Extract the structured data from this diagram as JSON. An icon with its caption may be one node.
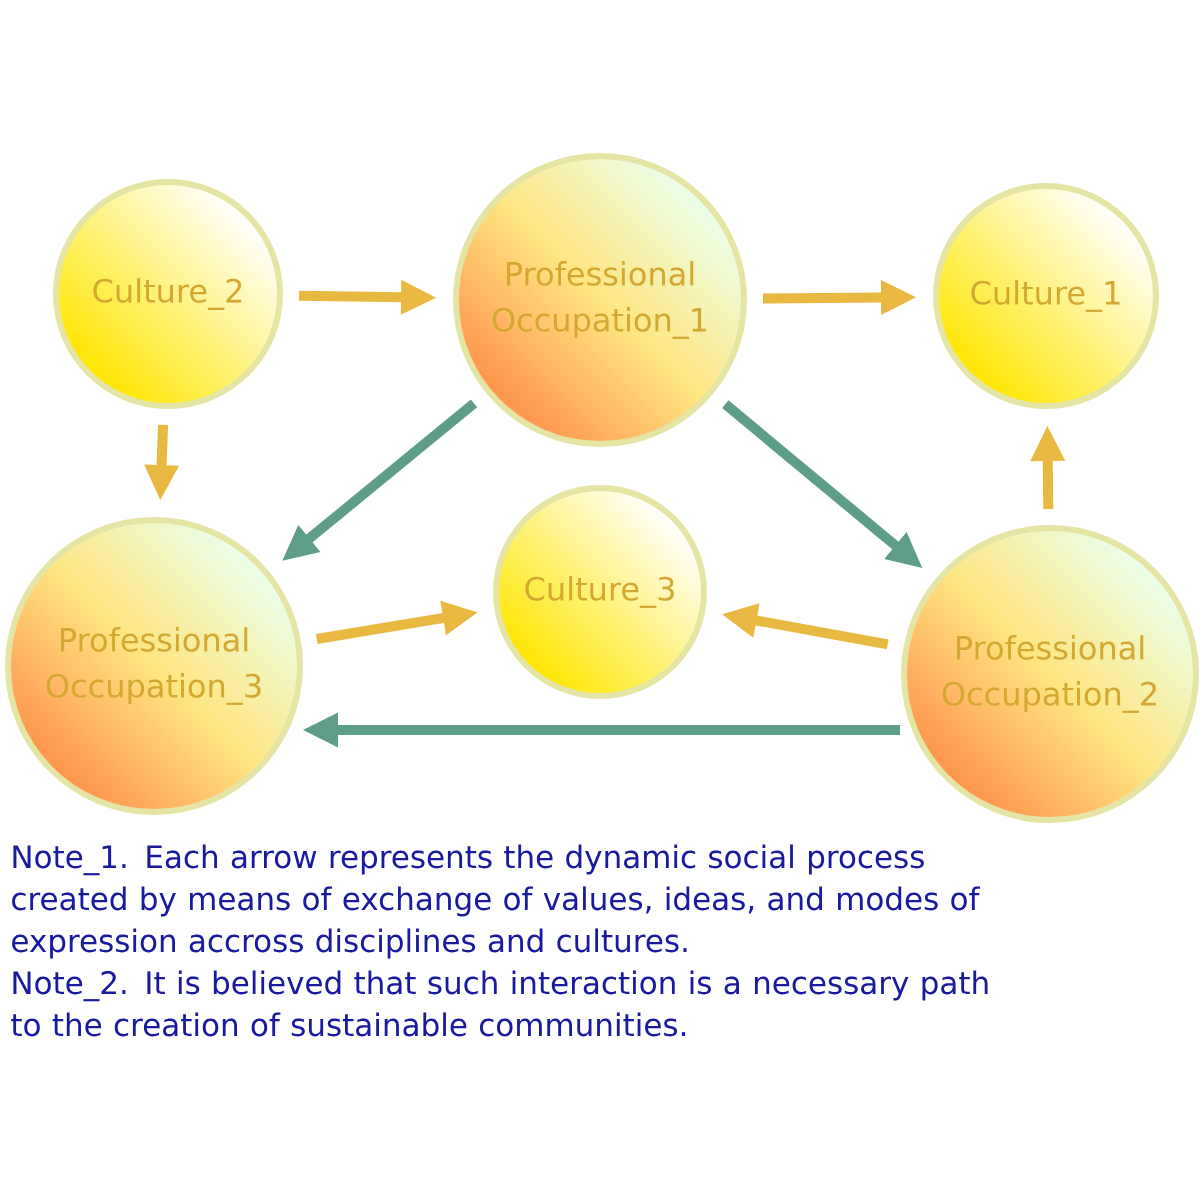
{
  "diagram": {
    "nodes": [
      {
        "text": [
          "Culture_2"
        ]
      },
      {
        "text": [
          "Professional Occupation_1"
        ]
      },
      {
        "text": [
          "Culture_1"
        ]
      },
      {
        "text": [
          "Professional Occupation_3"
        ]
      },
      {
        "text": [
          "Culture_3"
        ]
      },
      {
        "text": [
          "Professional Occupation_2"
        ]
      }
    ],
    "edges": [
      {
        "from": 0,
        "to": 1,
        "arrow": "to"
      },
      {
        "from": 1,
        "to": 2,
        "arrow": "to"
      },
      {
        "from": 0,
        "to": 3,
        "arrow": "to"
      },
      {
        "from": 1,
        "to": 3,
        "arrow": "to",
        "color": "#5e9e88"
      },
      {
        "from": 1,
        "to": 5,
        "arrow": "to",
        "color": "#5e9e88"
      },
      {
        "from": 5,
        "to": 2,
        "arrow": "to"
      },
      {
        "from": 3,
        "to": 4,
        "arrow": "to"
      },
      {
        "from": 5,
        "to": 4,
        "arrow": "to"
      },
      {
        "from": 5,
        "to": 3,
        "arrow": "to",
        "color": "#5e9e88"
      }
    ],
    "labels": [
      "Note_1. Each arrow represents the dynamic social process created by means of exchange of values, ideas, and modes of expression accross disciplines and cultures.",
      "Note_2. It is believed that such interaction is a necessary path to the creation of sustainable communities."
    ]
  }
}
